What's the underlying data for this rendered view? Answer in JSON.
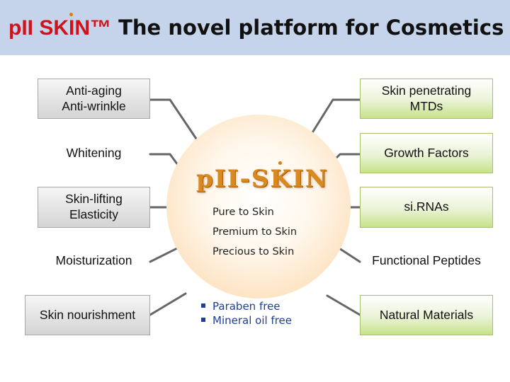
{
  "header": {
    "brand": "pII SKIN™",
    "rest": "The novel platform for Cosmetics"
  },
  "left_items": [
    "Anti-aging\nAnti-wrinkle",
    "Whitening",
    "Skin-lifting\nElasticity",
    "Moisturization",
    "Skin nourishment"
  ],
  "right_items": [
    "Skin penetrating\nMTDs",
    "Growth Factors",
    "si.RNAs",
    "Functional Peptides",
    "Natural Materials"
  ],
  "center": {
    "title": "pII-SKIN",
    "lines": [
      "Pure to Skin",
      "Premium to Skin",
      "Precious to Skin"
    ]
  },
  "bullets": [
    "Paraben free",
    "Mineral oil free"
  ],
  "colors": {
    "header_bg": "#c5d4ea",
    "brand_red": "#d0121b",
    "title_orange": "#d9891f",
    "bullet_blue": "#1f3f95",
    "connector_gray": "#666666",
    "accent_dot": "#e07a10"
  }
}
